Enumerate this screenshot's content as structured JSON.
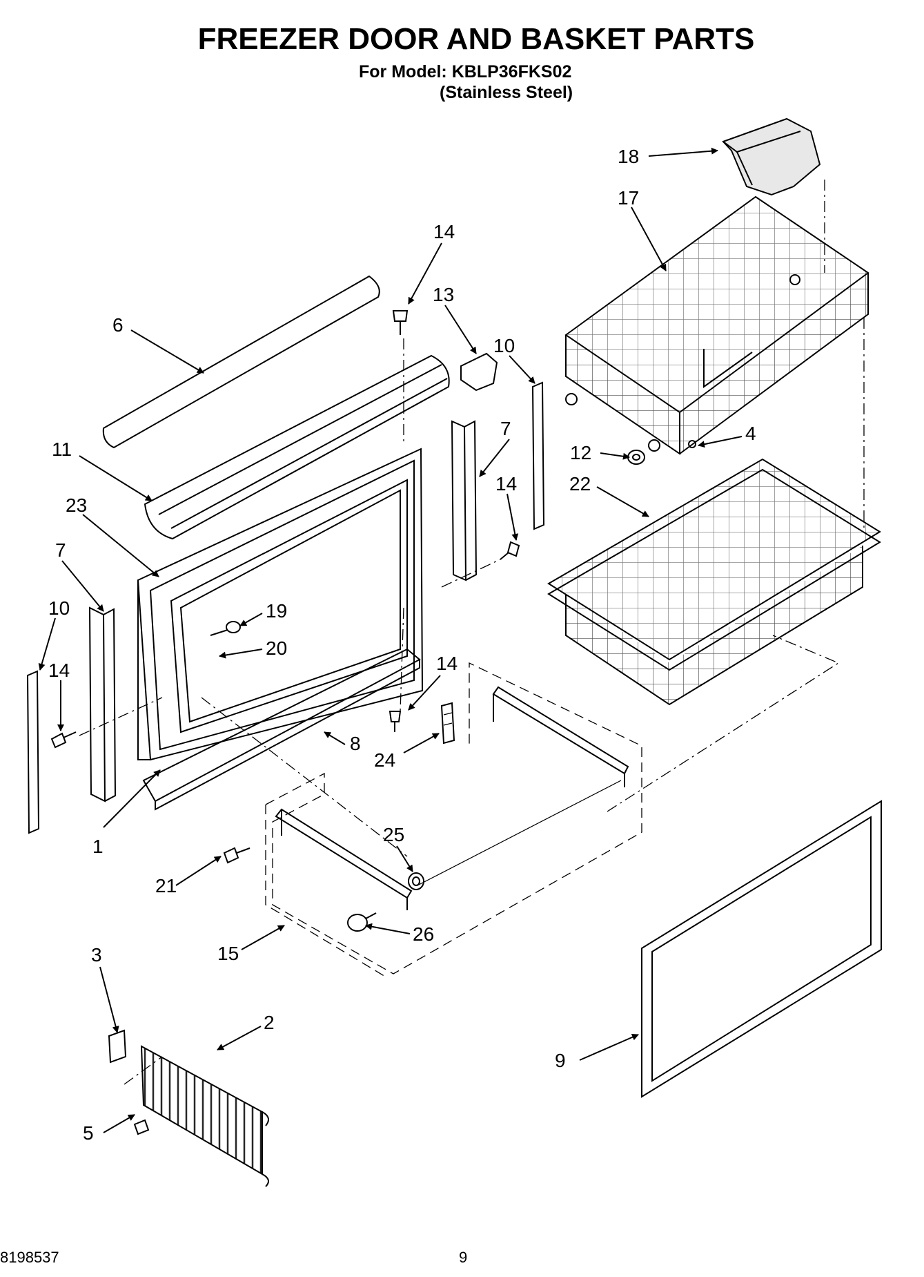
{
  "header": {
    "title": "FREEZER DOOR AND BASKET PARTS",
    "model_line": "For Model: KBLP36FKS02",
    "variant": "(Stainless Steel)"
  },
  "footer": {
    "doc_number": "8198537",
    "page_number": "9"
  },
  "callouts": {
    "c1": "1",
    "c2": "2",
    "c3": "3",
    "c4": "4",
    "c5": "5",
    "c6": "6",
    "c7a": "7",
    "c7b": "7",
    "c8": "8",
    "c9": "9",
    "c10a": "10",
    "c10b": "10",
    "c11": "11",
    "c12": "12",
    "c13": "13",
    "c14a": "14",
    "c14b": "14",
    "c14c": "14",
    "c14d": "14",
    "c15": "15",
    "c17": "17",
    "c18": "18",
    "c19": "19",
    "c20": "20",
    "c21": "21",
    "c22": "22",
    "c23": "23",
    "c24": "24",
    "c25": "25",
    "c26": "26"
  }
}
